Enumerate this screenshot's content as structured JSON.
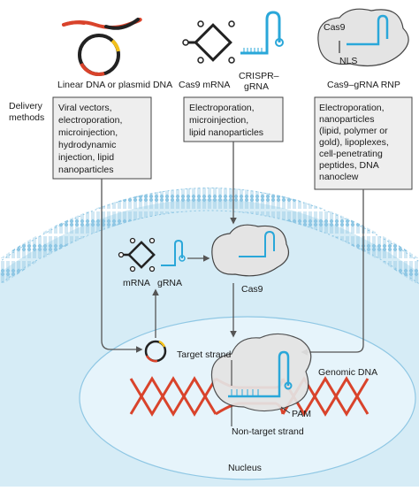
{
  "sources": {
    "dna": "Linear DNA or plasmid DNA",
    "mrna": "Cas9 mRNA",
    "grna_line1": "CRISPR–",
    "grna_line2": "gRNA",
    "rnp": "Cas9–gRNA RNP"
  },
  "rnp_icon": {
    "cas9": "Cas9",
    "nls": "NLS"
  },
  "delivery": {
    "label_line1": "Delivery",
    "label_line2": "methods",
    "box_dna": [
      "Viral vectors,",
      "electroporation,",
      "microinjection,",
      "hydrodynamic",
      "injection, lipid",
      "nanoparticles"
    ],
    "box_mrna": [
      "Electroporation,",
      "microinjection,",
      "lipid nanoparticles"
    ],
    "box_rnp": [
      "Electroporation,",
      "nanoparticles",
      "(lipid, polymer or",
      "gold), lipoplexes,",
      "cell-penetrating",
      "peptides, DNA",
      "nanoclew"
    ]
  },
  "cytoplasm": {
    "mrna": "mRNA",
    "grna": "gRNA",
    "cas9": "Cas9"
  },
  "nucleus": {
    "target_strand": "Target strand",
    "genomic_dna": "Genomic DNA",
    "pam": "PAM",
    "non_target": "Non-target strand",
    "nucleus_label": "Nucleus"
  },
  "colors": {
    "dna_strand": "#d9432b",
    "cell_fill": "#d6ecf6",
    "nucleus_fill": "#e6f4fb",
    "membrane": "#8fc7e4",
    "grna_blue": "#2aa7d9",
    "cas9_fill": "#e4e4e4",
    "box_fill": "#eeeeee",
    "plasmid_yellow": "#f3c01c"
  }
}
